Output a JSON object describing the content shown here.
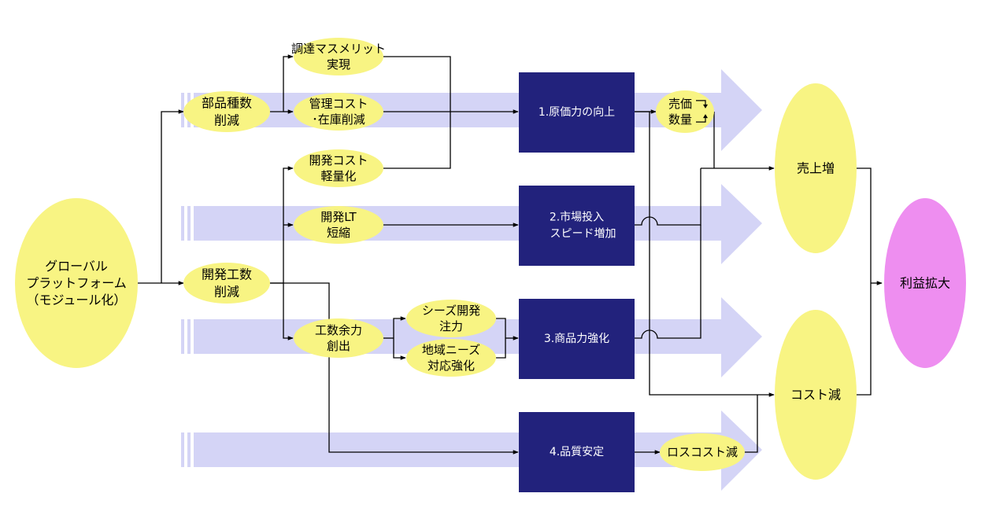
{
  "colors": {
    "band": "#d4d4f6",
    "ellipse_yellow": "#f8f483",
    "ellipse_pink": "#ee8ef0",
    "box_navy": "#22227c",
    "line": "#000000",
    "box_text": "#ffffff"
  },
  "nodes": {
    "global_platform": [
      "グローバル",
      "プラットフォーム",
      "（モジュール化）"
    ],
    "parts_reduction": [
      "部品種数",
      "削減"
    ],
    "dev_effort_reduction": [
      "開発工数",
      "削減"
    ],
    "procurement": [
      "調達マスメリット",
      "実現"
    ],
    "mgmt_cost": [
      "管理コスト",
      "･在庫削減"
    ],
    "dev_cost": [
      "開発コスト",
      "軽量化"
    ],
    "dev_lt": [
      "開発LT",
      "短縮"
    ],
    "effort_surplus": [
      "工数余力",
      "創出"
    ],
    "seeds": [
      "シーズ開発",
      "注力"
    ],
    "regional": [
      "地域ニーズ",
      "対応強化"
    ],
    "price_qty": [
      "売価",
      "数量"
    ],
    "loss_cost": [
      "ロスコスト減"
    ],
    "sales_up": [
      "売上増"
    ],
    "cost_down": [
      "コスト減"
    ],
    "profit": [
      "利益拡大"
    ]
  },
  "boxes": {
    "b1": [
      "1.原価力の向上"
    ],
    "b2": [
      "2.市場投入",
      "スピード増加"
    ],
    "b3": [
      "3.商品力強化"
    ],
    "b4": [
      "4.品質安定"
    ]
  }
}
